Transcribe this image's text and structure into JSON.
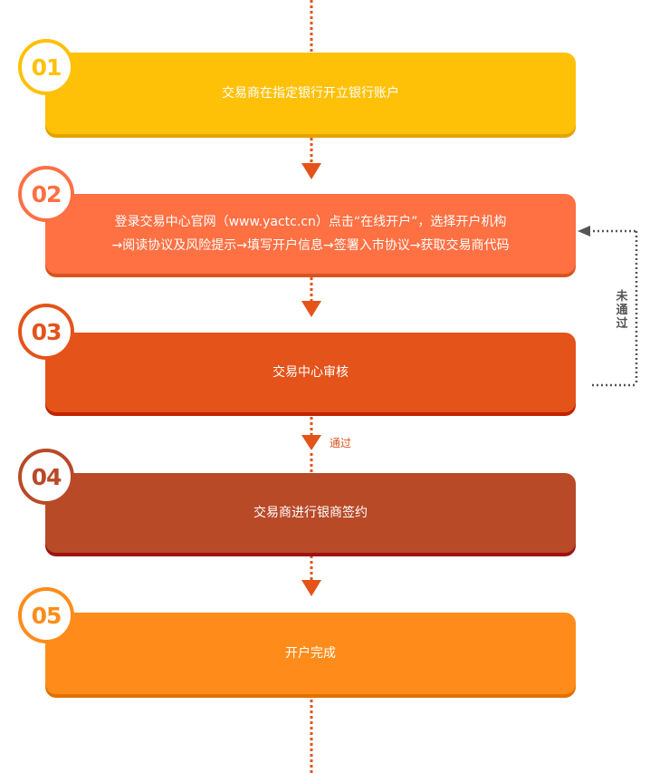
{
  "steps": [
    {
      "number": "01",
      "text": "交易商在指定银行开立银行账户",
      "color": "#FFC107",
      "shadow": "#E5A100",
      "accent": "#FFC107"
    },
    {
      "number": "02",
      "text_line1": "登录交易中心官网（www.yactc.cn）点击“在线开户”，选择开户机构",
      "text_line2": "→阅读协议及风险提示→填写开户信息→签署入市协议→获取交易商代码",
      "color": "#FF7043",
      "shadow": "#D9531E",
      "accent": "#FF7043"
    },
    {
      "number": "03",
      "text": "交易中心审核",
      "color": "#E4531A",
      "shadow": "#C12300",
      "accent": "#E4531A"
    },
    {
      "number": "04",
      "text": "交易商进行银商签约",
      "color": "#B84A28",
      "shadow": "#9E1212",
      "accent": "#B84A28"
    },
    {
      "number": "05",
      "text": "开户完成",
      "color": "#FF8C1A",
      "shadow": "#E07000",
      "accent": "#FF8C1A"
    }
  ],
  "labels": {
    "fail": "未通过",
    "pass": "通过"
  },
  "colors": {
    "connector": "#E4531A",
    "feedback": "#555555"
  }
}
